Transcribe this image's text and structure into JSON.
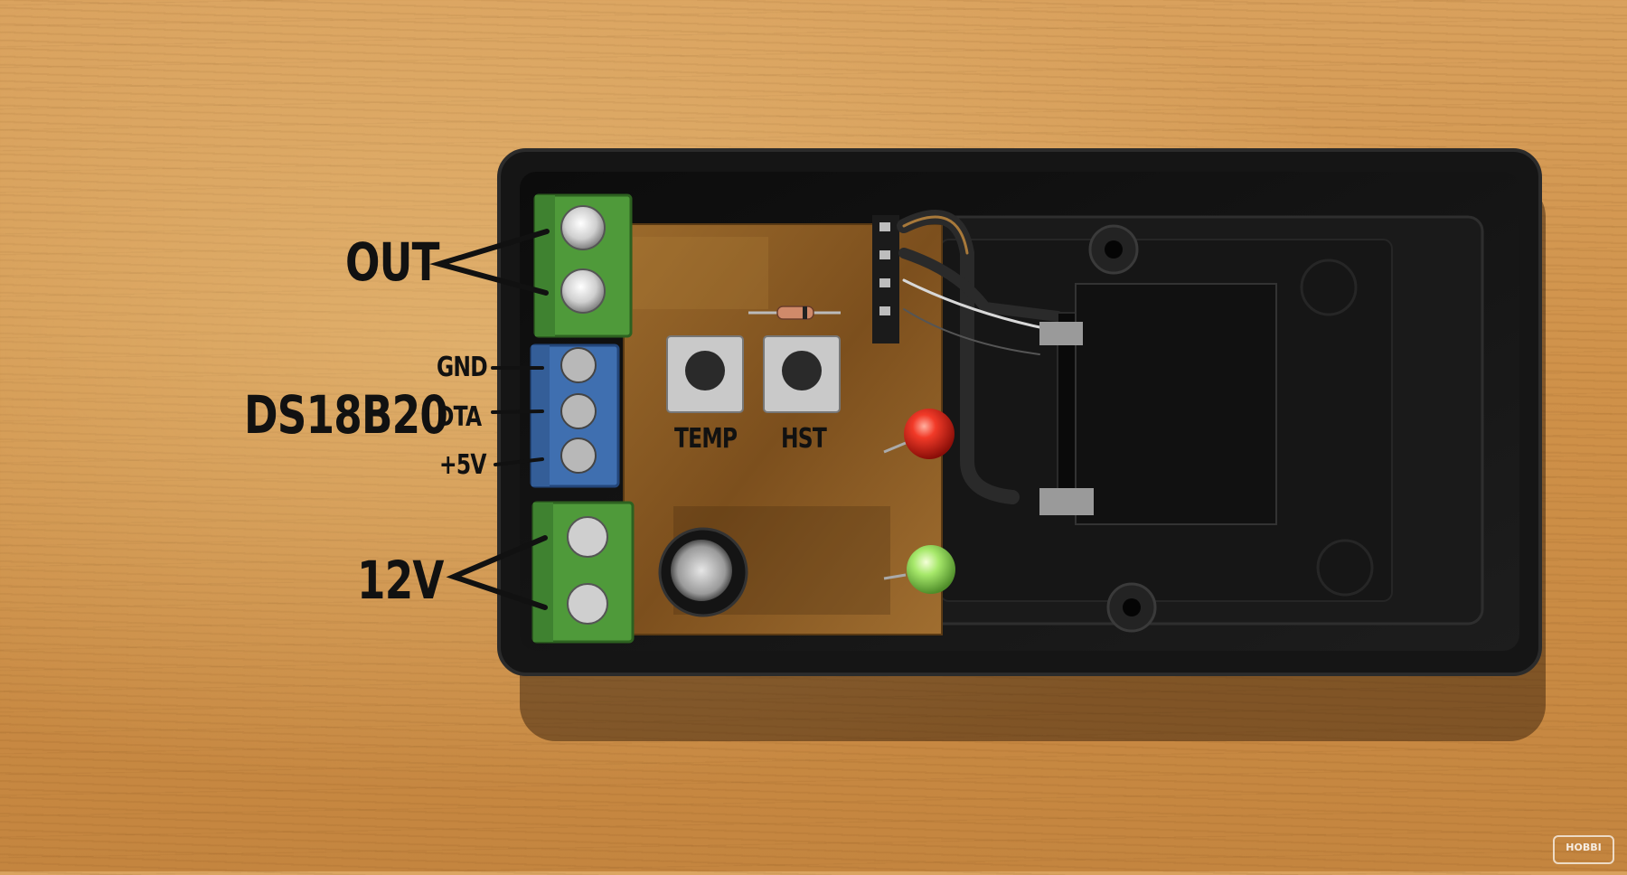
{
  "labels": {
    "out": "OUT",
    "sensor": "DS18B20",
    "gnd": "GND",
    "dta": "DTA",
    "plus5v": "+5V",
    "power": "12V"
  },
  "buttons": {
    "temp": "TEMP",
    "hst": "HST"
  },
  "watermark": "HOBBI",
  "colors": {
    "wood": "#cf9149",
    "case": "#141414",
    "terminal_green": "#4f9a3a",
    "terminal_blue": "#3f6fb0",
    "pcb": "#8a5a22",
    "led_red": "#e0201c",
    "led_green": "#9be35a"
  }
}
